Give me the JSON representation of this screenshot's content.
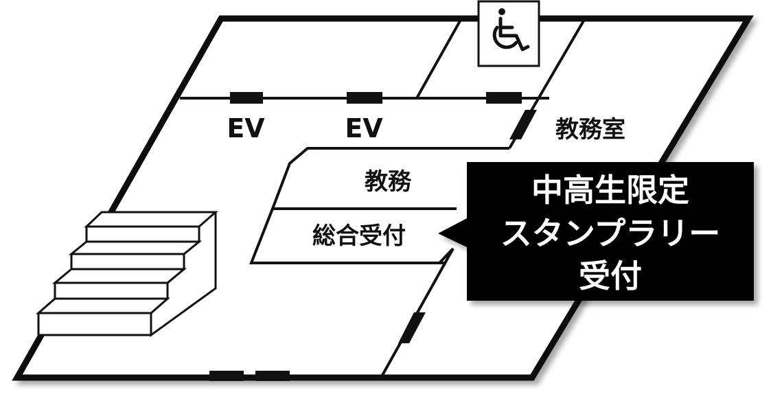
{
  "map": {
    "rooms": {
      "ev_1": "EV",
      "ev_2": "EV",
      "office_room": "教務室",
      "office": "教務",
      "reception": "総合受付"
    },
    "callout": {
      "line1": "中高生限定",
      "line2": "スタンプラリー",
      "line3": "受付"
    },
    "icons": {
      "accessible": "wheelchair-icon",
      "stairs": "stairs-icon"
    },
    "colors": {
      "wall": "#111111",
      "callout_bg": "#000000",
      "callout_text": "#ffffff",
      "floor": "#ffffff"
    }
  }
}
